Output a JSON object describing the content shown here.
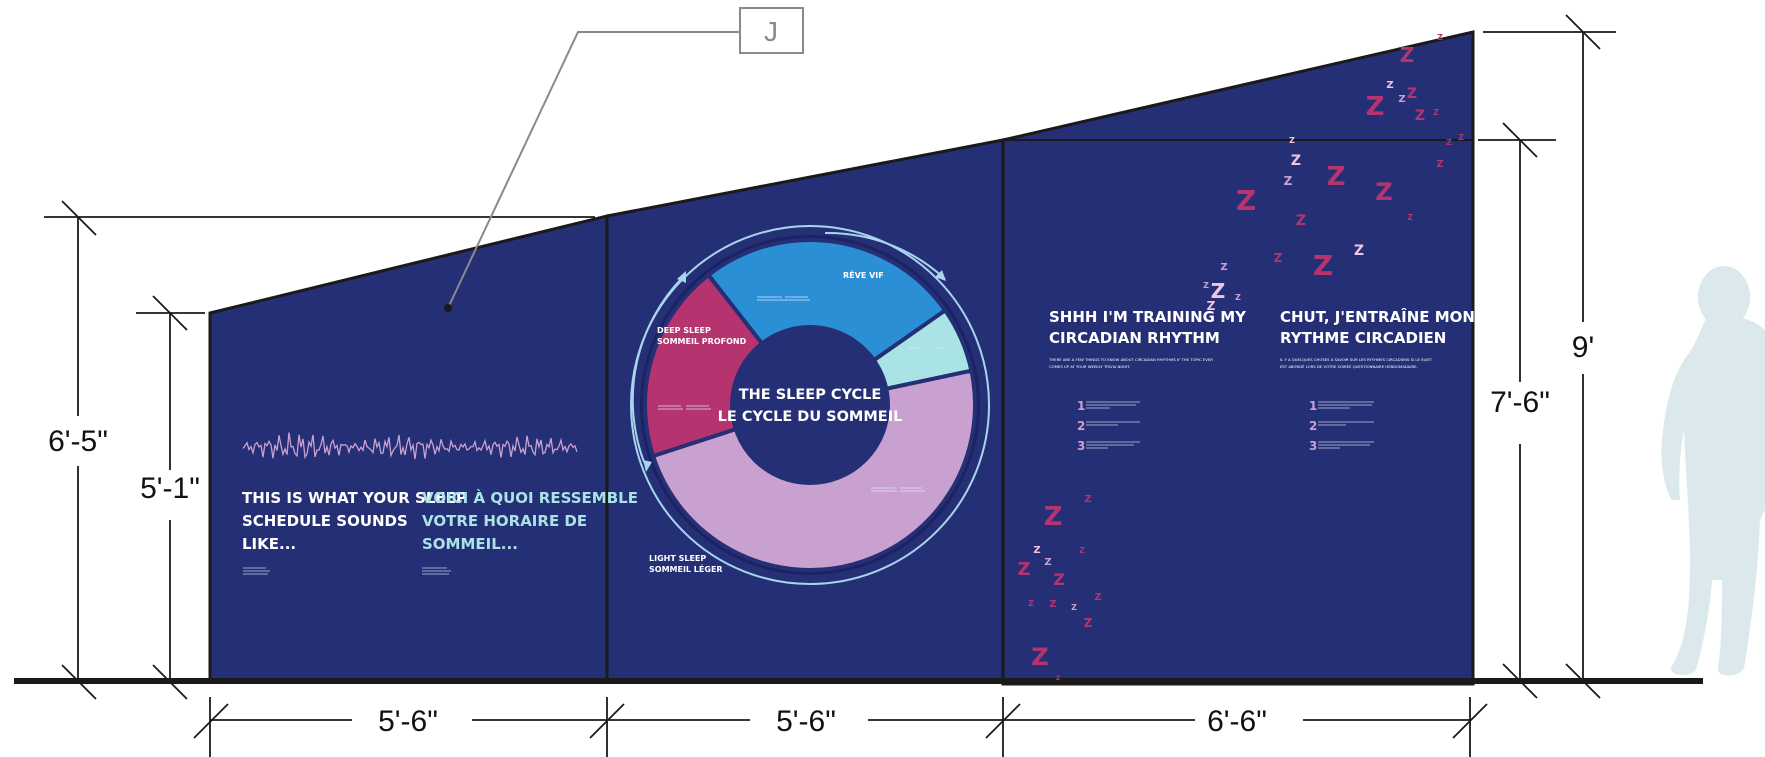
{
  "callout": {
    "label": "J"
  },
  "dimensions": {
    "left_outer_height": "6'-5\"",
    "left_inner_height": "5'-1\"",
    "right_inner_height": "7'-6\"",
    "right_outer_height": "9'",
    "width_panel_1": "5'-6\"",
    "width_panel_2": "5'-6\"",
    "width_panel_3": "6'-6\""
  },
  "panel1": {
    "heading_en": [
      "THIS IS WHAT YOUR SLEEP",
      "SCHEDULE SOUNDS",
      "LIKE..."
    ],
    "heading_fr": [
      "VOICI À QUOI RESSEMBLE",
      "VOTRE HORAIRE DE",
      "SOMMEIL..."
    ]
  },
  "panel2": {
    "center_title": [
      "THE SLEEP CYCLE",
      "LE CYCLE DU SOMMEIL"
    ],
    "label_deep": [
      "DEEP SLEEP",
      "SOMMEIL PROFOND"
    ],
    "label_rem": "RÊVE VIF",
    "label_light": [
      "LIGHT SLEEP",
      "SOMMEIL LÉGER"
    ],
    "colors": {
      "rem": "#2a8fd4",
      "deep": "#b5336e",
      "light": "#c9a1d1",
      "transition": "#a9e3e6",
      "panel": "#252f76"
    }
  },
  "panel3": {
    "heading_en": [
      "SHHH I'M TRAINING MY",
      "CIRCADIAN RHYTHM"
    ],
    "heading_fr": [
      "CHUT, J'ENTRAÎNE MON",
      "RYTHME CIRCADIEN"
    ],
    "intro_en": [
      "THERE ARE A FEW THINGS TO KNOW ABOUT CIRCADIAN RHYTHMS IF THE TOPIC EVER",
      "COMES UP AT YOUR WEEKLY TRIVIA NIGHT."
    ],
    "intro_fr": [
      "IL Y A QUELQUES CHOSES À SAVOIR SUR LES RYTHMES CIRCADIENS SI LE SUJET",
      "EST ABORDÉ LORS DE VOTRE SOIRÉE QUESTIONNAIRE HEBDOMADAIRE."
    ],
    "list_numbers": [
      "1",
      "2",
      "3"
    ],
    "z_letter": "Z"
  }
}
